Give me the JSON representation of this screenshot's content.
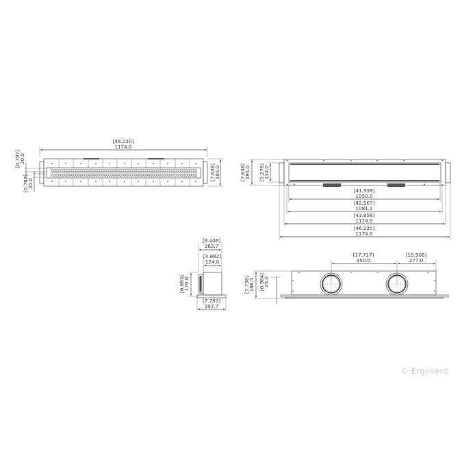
{
  "watermark": "© Ergovent",
  "views": {
    "top_view": {
      "overall_width": {
        "in": "[46.220]",
        "mm": "1174.0"
      },
      "height": {
        "in": "[7.638]",
        "mm": "194.0"
      },
      "offset_top": {
        "in": "[0.787]",
        "mm": "20.0"
      },
      "offset_bottom": {
        "in": "[0.787]",
        "mm": "20.0"
      }
    },
    "front_view": {
      "height": {
        "in": "[7.638]",
        "mm": "194.0"
      },
      "inner_height": {
        "in": "[5.276]",
        "mm": "134.0"
      },
      "dims": [
        {
          "in": "[41.339]",
          "mm": "1050.0"
        },
        {
          "in": "[42.567]",
          "mm": "1081.2"
        },
        {
          "in": "[43.858]",
          "mm": "1114.0"
        },
        {
          "in": "[46.220]",
          "mm": "1174.0"
        }
      ]
    },
    "side_view": {
      "depth": {
        "in": "[6.406]",
        "mm": "162.7"
      },
      "inner_depth": {
        "in": "[4.882]",
        "mm": "124.0"
      },
      "height": {
        "in": "[6.693]",
        "mm": "170.0"
      },
      "base": {
        "in": "[7.783]",
        "mm": "197.7"
      }
    },
    "rear_view": {
      "spigot_spacing": {
        "in": "[17.717]",
        "mm": "450.0"
      },
      "spigot_offset": {
        "in": "[10.906]",
        "mm": "277.0"
      },
      "height": {
        "in": "[7.736]",
        "mm": "196.5"
      },
      "flange": {
        "in": "[0.984]",
        "mm": "25.0"
      }
    }
  }
}
